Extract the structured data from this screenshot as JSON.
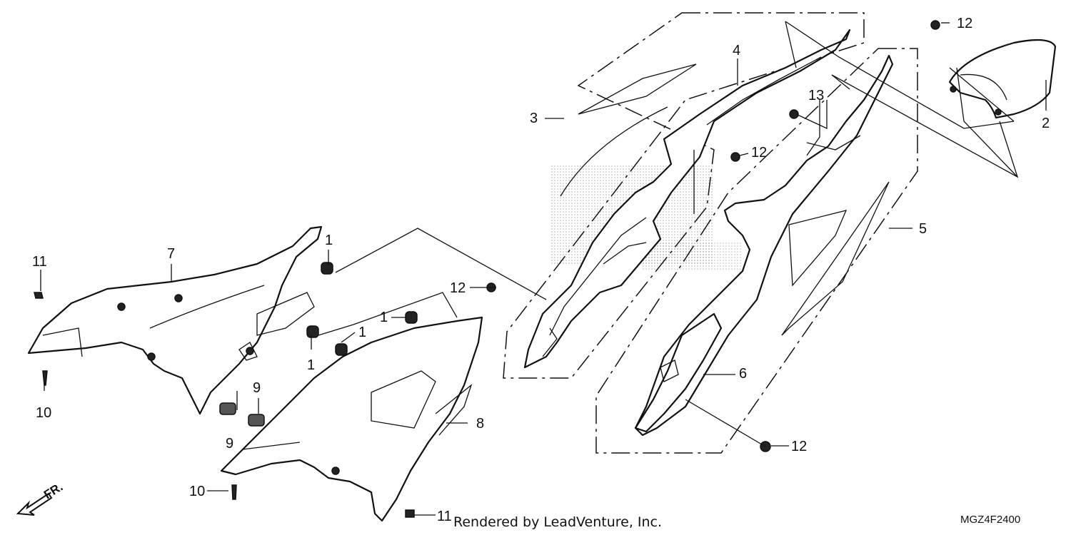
{
  "callouts": [
    {
      "id": "c1a",
      "label": "1"
    },
    {
      "id": "c1b",
      "label": "1"
    },
    {
      "id": "c1c",
      "label": "1"
    },
    {
      "id": "c1d",
      "label": "1"
    },
    {
      "id": "c2",
      "label": "2"
    },
    {
      "id": "c3",
      "label": "3"
    },
    {
      "id": "c4",
      "label": "4"
    },
    {
      "id": "c5",
      "label": "5"
    },
    {
      "id": "c6",
      "label": "6"
    },
    {
      "id": "c7",
      "label": "7"
    },
    {
      "id": "c8",
      "label": "8"
    },
    {
      "id": "c9a",
      "label": "9"
    },
    {
      "id": "c9b",
      "label": "9"
    },
    {
      "id": "c10a",
      "label": "10"
    },
    {
      "id": "c10b",
      "label": "10"
    },
    {
      "id": "c11a",
      "label": "11"
    },
    {
      "id": "c11b",
      "label": "11"
    },
    {
      "id": "c12a",
      "label": "12"
    },
    {
      "id": "c12b",
      "label": "12"
    },
    {
      "id": "c12c",
      "label": "12"
    },
    {
      "id": "c12d",
      "label": "12"
    },
    {
      "id": "c13",
      "label": "13"
    }
  ],
  "footer": {
    "rendered_by": "Rendered by LeadVenture, Inc.",
    "diagram_code": "MGZ4F2400",
    "direction": "FR."
  },
  "colors": {
    "line": "#111111",
    "background": "#ffffff",
    "stipple": "#9a9a9a"
  }
}
